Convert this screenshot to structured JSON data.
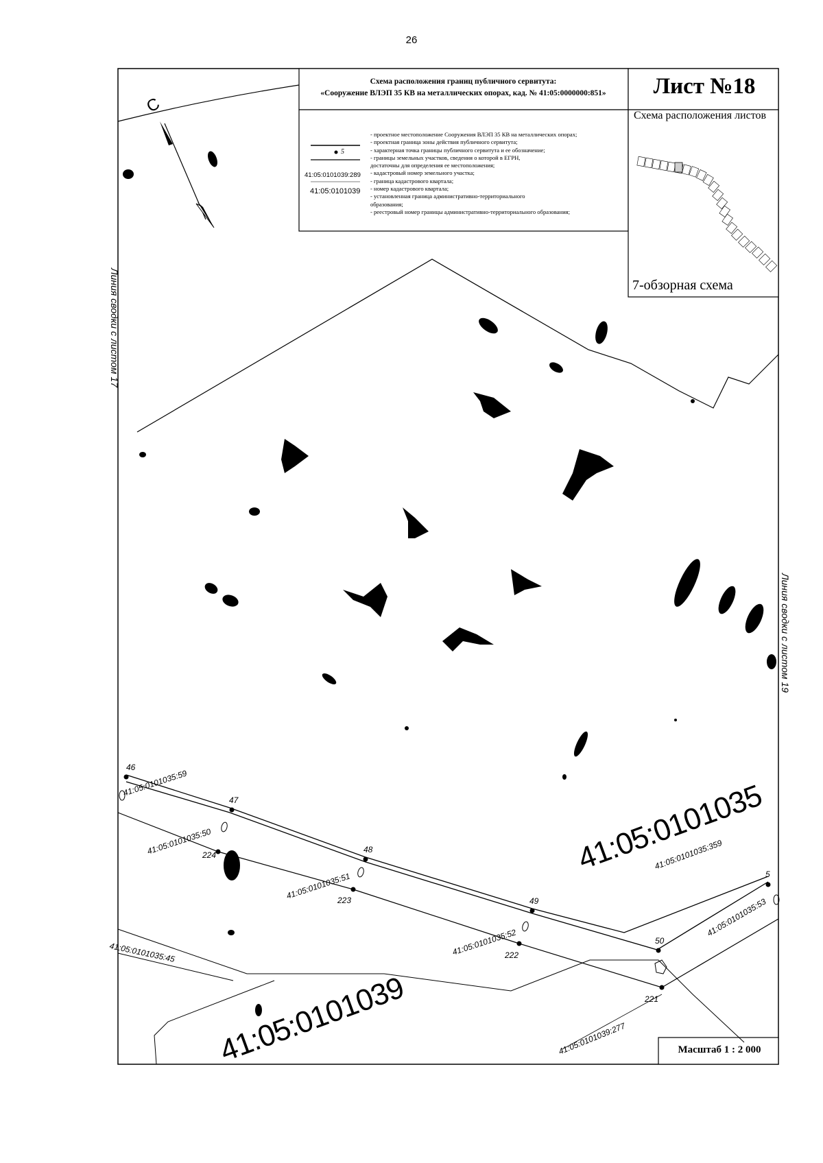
{
  "page_number": "26",
  "header": {
    "title_line1": "Схема расположения границ публичного сервитута:",
    "title_line2": "«Сооружение ВЛЭП 35 КВ на металлических опорах, кад. № 41:05:0000000:851»",
    "sheet_number": "Лист №18",
    "layout_label": "Схема расположения листов",
    "overview_label": "7-обзорная схема"
  },
  "legend": {
    "point_number": "5",
    "parcel_example": "41:05:0101039:289",
    "quarter_example": "41:05:0101039",
    "items": [
      "- проектное местоположение Сооружения ВЛЭП 35 КВ на металлических опорах;",
      "- проектная граница зоны действия публичного сервитута;",
      "- характерная точка границы публичного сервитута и ее обозначение;",
      "- границы земельных участков, сведения о которой в ЕГРН,",
      "  достаточны для определения ее местоположения;",
      "- кадастровый номер земельного участка;",
      "- граница кадастрового квартала;",
      "- номер кадастрового квартала;",
      "- установленная граница административно-территориального",
      "  образования;",
      "- реестровый номер границы административно-территориального  образования;"
    ]
  },
  "map": {
    "north_label": "С",
    "left_edge_label": "Линия сводки с листом 17",
    "right_edge_label": "Линия сводки с листом 19",
    "quarter_labels": [
      "41:05:0101035",
      "41:05:0101039"
    ],
    "parcel_labels": [
      "41:05:0101035:59",
      "41:05:0101035:50",
      "41:05:0101035:51",
      "41:05:0101035:52",
      "41:05:0101035:53",
      "41:05:0101035:359",
      "41:05:0101039:277",
      "41:05:0101035:45"
    ],
    "line_points": [
      "46",
      "47",
      "48",
      "49",
      "50",
      "5"
    ],
    "boundary_points": [
      "224",
      "223",
      "222",
      "221"
    ],
    "scale": "Масштаб 1 : 2 000"
  }
}
